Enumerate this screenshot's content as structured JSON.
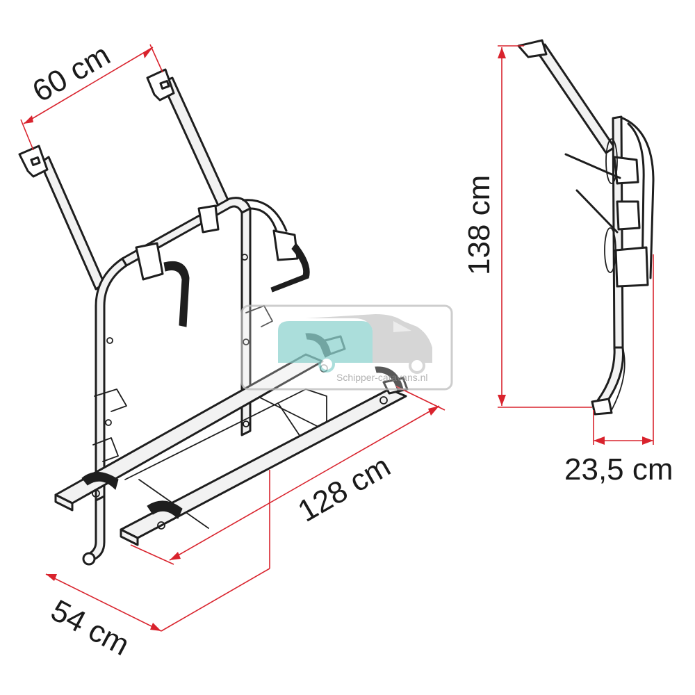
{
  "dimensions": {
    "width_top": "60 cm",
    "height": "138 cm",
    "length": "128 cm",
    "depth": "54 cm",
    "side_depth": "23,5 cm"
  },
  "watermark": {
    "text": "Schipper-caravans.nl",
    "logo_icon": "caravan-camper-logo"
  },
  "colors": {
    "dimension_line": "#d9232d",
    "outline": "#1e1e1e",
    "watermark_teal": "#8fd3cf",
    "watermark_gray": "#9a9a9a"
  }
}
